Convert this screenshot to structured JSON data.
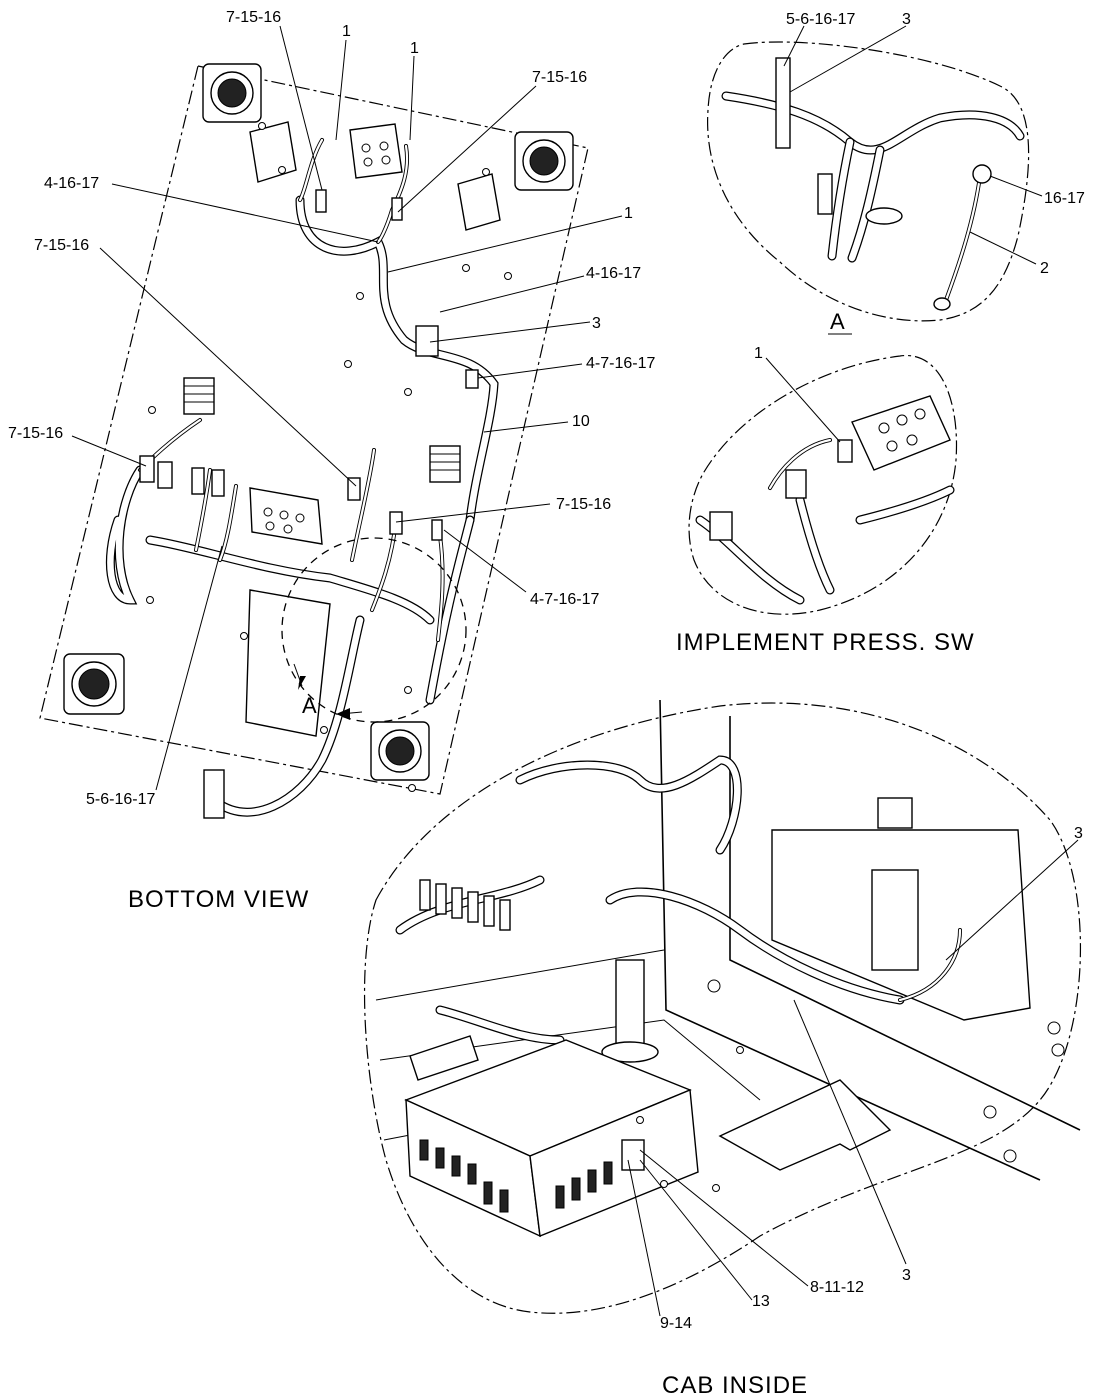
{
  "views": {
    "bottom": {
      "caption": "BOTTOM VIEW"
    },
    "detail_a": {
      "caption": "A"
    },
    "implement": {
      "caption": "IMPLEMENT  PRESS.  SW"
    },
    "cab": {
      "caption": "CAB  INSIDE"
    }
  },
  "section_marker": "A",
  "callouts": {
    "bottom": [
      "7-15-16",
      "1",
      "1",
      "7-15-16",
      "4-16-17",
      "1",
      "7-15-16",
      "4-16-17",
      "3",
      "4-7-16-17",
      "7-15-16",
      "10",
      "7-15-16",
      "4-7-16-17",
      "5-6-16-17"
    ],
    "detail_a": [
      "5-6-16-17",
      "3",
      "16-17",
      "2"
    ],
    "implement": [
      "1"
    ],
    "cab": [
      "3",
      "8-11-12",
      "13",
      "9-14",
      "3"
    ]
  }
}
